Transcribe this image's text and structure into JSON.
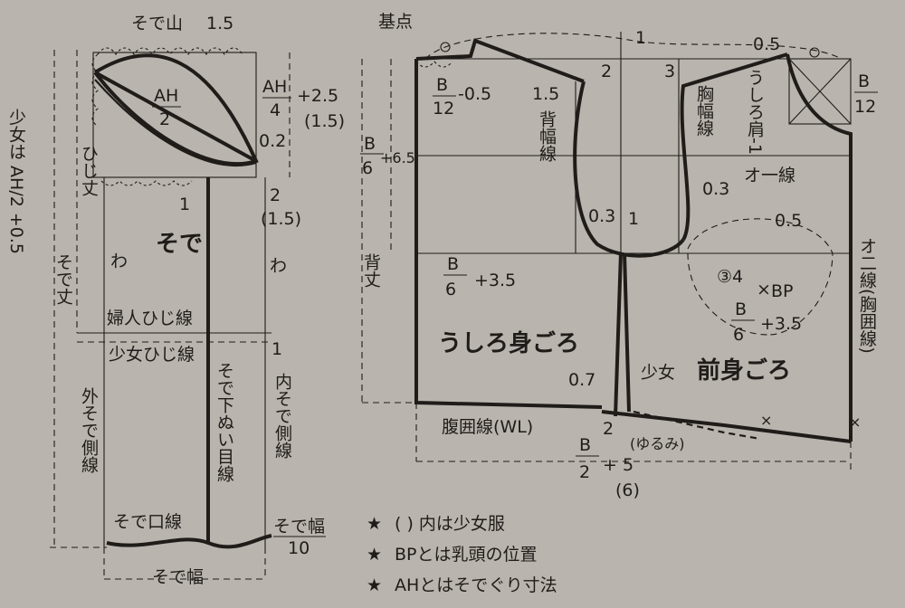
{
  "sleeve": {
    "cap_label": "そで山",
    "cap_value": "1.5",
    "ah_half": "AH",
    "ah_half_den": "2",
    "ah_quarter": "AH",
    "ah_quarter_den": "4",
    "ah_quarter_plus": "+2.5",
    "ah_quarter_paren": "(1.5)",
    "val_02": "0.2",
    "val_2": "2",
    "val_2_paren": "(1.5)",
    "val_1_left": "1",
    "girl_formula": "少女は AH/2 +0.5",
    "elbow_length": "ひじ丈",
    "sleeve_title": "そで",
    "wa_left": "わ",
    "wa_right": "わ",
    "sleeve_length": "そで丈",
    "womens_elbow": "婦人ひじ線",
    "girls_elbow": "少女ひじ線",
    "val_1_elbow": "1",
    "outer_side": "外そで側線",
    "under_seam": "そで下ぬい目線",
    "inner_side": "内そで側線",
    "cuff_line": "そで口線",
    "cuff_width_num": "そで幅",
    "cuff_width_den": "10",
    "sleeve_width": "そで幅"
  },
  "body": {
    "base_point": "基点",
    "val_1_top": "1",
    "val_05_top": "0.5",
    "b12_left_num": "B",
    "b12_left_den": "12",
    "b12_left_minus": "-0.5",
    "val_15": "1.5",
    "val_2": "2",
    "val_3": "3",
    "back_width": "背幅線",
    "chest_width": "胸幅線",
    "back_shoulder": "うしろ肩-1",
    "b12_right_num": "B",
    "b12_right_den": "12",
    "b6_num": "B",
    "b6_den": "6",
    "b6_plus": "+6.5",
    "val_03_right": "0.3",
    "line_1": "オ一線",
    "val_03_left": "0.3",
    "val_1_mid": "1",
    "val_05_mid": "0.5",
    "line_2": "オ二線(胸囲線)",
    "back_b6_num": "B",
    "back_b6_den": "6",
    "back_b6_plus": "+3.5",
    "back_length": "背丈",
    "bp_num": "③4",
    "bp_label": "BP",
    "front_b6_num": "B",
    "front_b6_den": "6",
    "front_b6_plus": "+3.5",
    "back_bodice": "うしろ身ごろ",
    "front_bodice": "前身ごろ",
    "val_07": "0.7",
    "girl": "少女",
    "val_2_bottom": "2",
    "waist_line": "腹囲線(WL)",
    "total_num": "B",
    "total_den": "2",
    "total_plus": "+ 5",
    "total_paren": "(6)",
    "ease": "(ゆるみ)"
  },
  "notes": [
    "( ) 内は少女服",
    "BPとは乳頭の位置",
    "AHとはそでぐり寸法"
  ]
}
